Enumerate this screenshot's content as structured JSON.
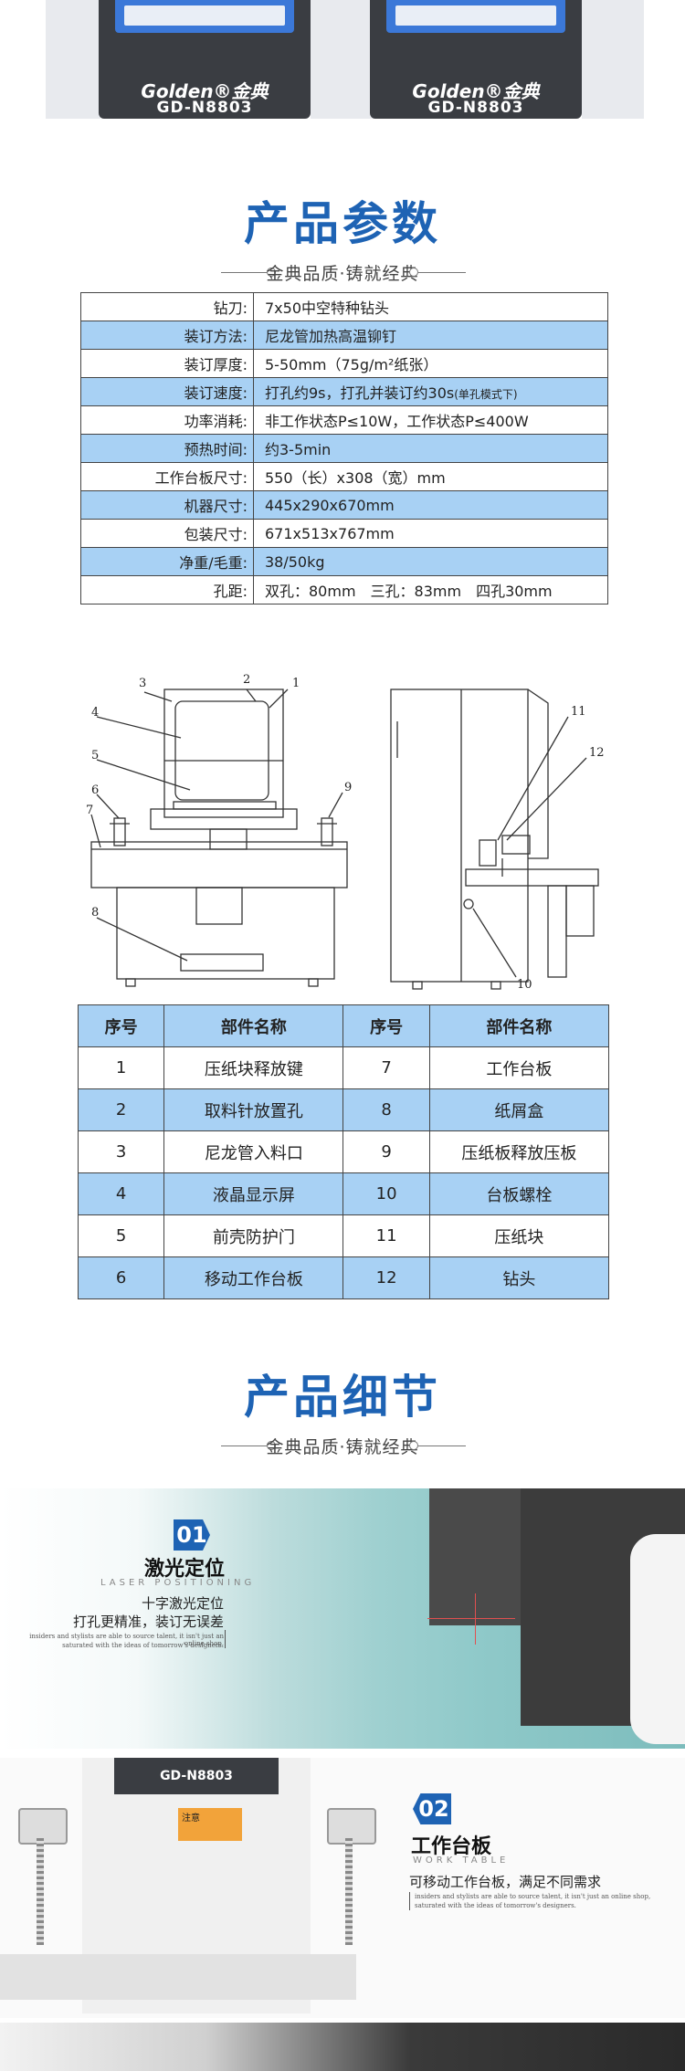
{
  "top_photos": {
    "brand": "Golden®金典",
    "model": "GD-N8803"
  },
  "params_section": {
    "title": "产品参数",
    "subtitle": "金典品质·铸就经典"
  },
  "spec_table": [
    {
      "key": "钻刀:",
      "value": "7x50中空特种钻头"
    },
    {
      "key": "装订方法:",
      "value": "尼龙管加热高温铆钉"
    },
    {
      "key": "装订厚度:",
      "value": "5-50mm（75g/m²纸张）"
    },
    {
      "key": "装订速度:",
      "value": "打孔约9s，打孔并装订约30s",
      "note": "(单孔模式下)"
    },
    {
      "key": "功率消耗:",
      "value": "非工作状态P≤10W，工作状态P≤400W"
    },
    {
      "key": "预热时间:",
      "value": "约3-5min"
    },
    {
      "key": "工作台板尺寸:",
      "value": "550（长）x308（宽）mm"
    },
    {
      "key": "机器尺寸:",
      "value": "445x290x670mm"
    },
    {
      "key": "包装尺寸:",
      "value": "671x513x767mm"
    },
    {
      "key": "净重/毛重:",
      "value": "38/50kg"
    },
    {
      "key": "孔距:",
      "value": "双孔：80mm　三孔：83mm　四孔30mm"
    }
  ],
  "diagram": {
    "labels": [
      "1",
      "2",
      "3",
      "4",
      "5",
      "6",
      "7",
      "8",
      "9",
      "10",
      "11",
      "12"
    ]
  },
  "parts_table": {
    "headers": [
      "序号",
      "部件名称",
      "序号",
      "部件名称"
    ],
    "rows": [
      [
        "1",
        "压纸块释放键",
        "7",
        "工作台板"
      ],
      [
        "2",
        "取料针放置孔",
        "8",
        "纸屑盒"
      ],
      [
        "3",
        "尼龙管入料口",
        "9",
        "压纸板释放压板"
      ],
      [
        "4",
        "液晶显示屏",
        "10",
        "台板螺栓"
      ],
      [
        "5",
        "前壳防护门",
        "11",
        "压纸块"
      ],
      [
        "6",
        "移动工作台板",
        "12",
        "钻头"
      ]
    ]
  },
  "details_section": {
    "title": "产品细节",
    "subtitle": "金典品质·铸就经典"
  },
  "feature_1": {
    "number": "01",
    "title": "激光定位",
    "en": "LASER POSITIONING",
    "line1": "十字激光定位",
    "line2": "打孔更精准，装订无误差",
    "tiny1": "insiders and stylists are able to source talent, it isn't just an online shop,",
    "tiny2": "saturated with the ideas of tomorrow's designers."
  },
  "feature_2": {
    "number": "02",
    "title": "工作台板",
    "en": "WORK TABLE",
    "line1": "可移动工作台板，满足不同需求",
    "tiny1": "insiders and stylists are able to source talent, it isn't just an online shop,",
    "tiny2": "saturated with the ideas of tomorrow's designers.",
    "warning": "注意"
  },
  "colors": {
    "accent": "#1e63b4",
    "table_highlight": "#a8d1f4"
  }
}
